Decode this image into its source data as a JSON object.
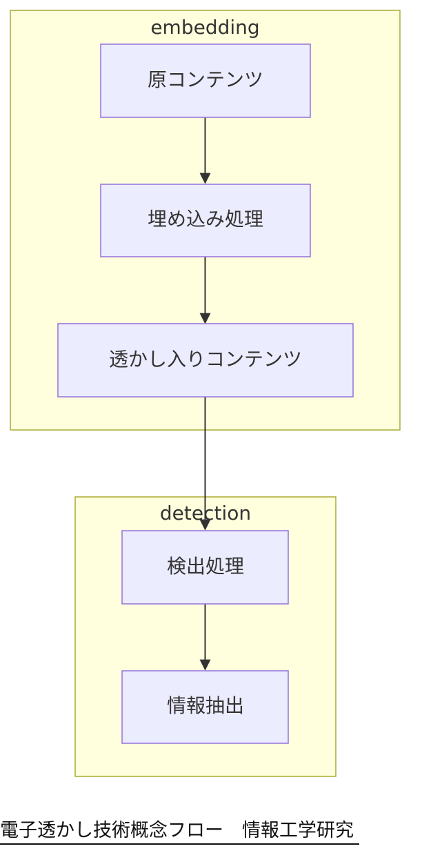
{
  "clusters": [
    {
      "id": "embedding",
      "label": "embedding"
    },
    {
      "id": "detection",
      "label": "detection"
    }
  ],
  "nodes": [
    {
      "id": "original",
      "label": "原コンテンツ"
    },
    {
      "id": "embed",
      "label": "埋め込み処理"
    },
    {
      "id": "watermarked",
      "label": "透かし入りコンテンツ"
    },
    {
      "id": "detect",
      "label": "検出処理"
    },
    {
      "id": "extract",
      "label": "情報抽出"
    }
  ],
  "edges": [
    {
      "from": "original",
      "to": "embed"
    },
    {
      "from": "embed",
      "to": "watermarked"
    },
    {
      "from": "watermarked",
      "to": "detect"
    },
    {
      "from": "detect",
      "to": "extract"
    }
  ],
  "footer": {
    "text": "電子透かし技術概念フロー　情報工学研究"
  },
  "colors": {
    "cluster_fill": "#ffffde",
    "cluster_stroke": "#aaaa33",
    "node_fill": "#ececff",
    "node_stroke": "#9370db",
    "edge": "#333333"
  }
}
